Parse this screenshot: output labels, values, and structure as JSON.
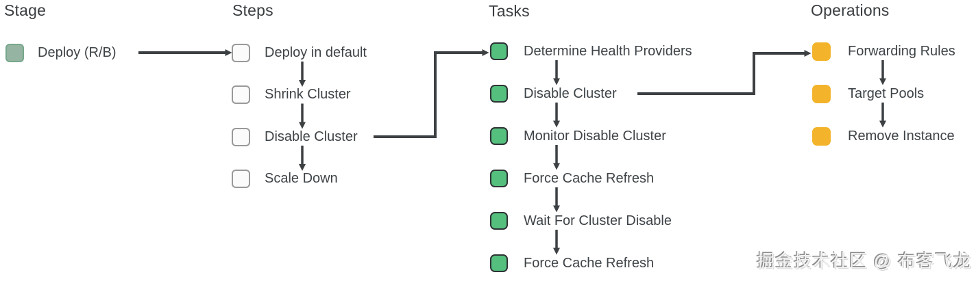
{
  "diagram": {
    "columns": [
      {
        "title": "Stage",
        "items": [
          {
            "label": "Deploy (R/B)"
          }
        ]
      },
      {
        "title": "Steps",
        "items": [
          {
            "label": "Deploy in default"
          },
          {
            "label": "Shrink Cluster"
          },
          {
            "label": "Disable Cluster"
          },
          {
            "label": "Scale Down"
          }
        ]
      },
      {
        "title": "Tasks",
        "items": [
          {
            "label": "Determine Health Providers"
          },
          {
            "label": "Disable Cluster"
          },
          {
            "label": "Monitor Disable Cluster"
          },
          {
            "label": "Force Cache Refresh"
          },
          {
            "label": "Wait For Cluster Disable"
          },
          {
            "label": "Force Cache Refresh"
          }
        ]
      },
      {
        "title": "Operations",
        "items": [
          {
            "label": "Forwarding Rules"
          },
          {
            "label": "Target Pools"
          },
          {
            "label": "Remove Instance"
          }
        ]
      }
    ],
    "colors": {
      "stage_square": "#95B4A1",
      "stage_square_border": "#76A78C",
      "step_square": "#FBFBFB",
      "step_square_border": "#999999",
      "task_square": "#55C07E",
      "task_square_border": "#2F3336",
      "operation_square": "#F3B32B",
      "connector": "#3C4043",
      "label_text": "#3E4347"
    }
  },
  "watermark": {
    "text": "掘金技术社区 @ 布客飞龙"
  }
}
